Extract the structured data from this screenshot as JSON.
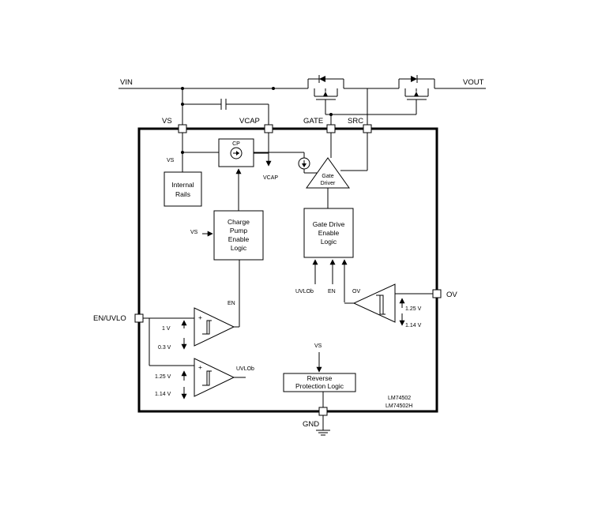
{
  "pins": {
    "vin": "VIN",
    "vout": "VOUT",
    "vs": "VS",
    "vcap": "VCAP",
    "gate": "GATE",
    "src": "SRC",
    "en_uvlo": "EN/UVLO",
    "ov": "OV",
    "gnd": "GND"
  },
  "internal": {
    "vs_small": "VS",
    "vcap_small": "VCAP",
    "cp": "CP",
    "vs_cp": "VS",
    "vs_rev": "VS",
    "en_signal": "EN",
    "uvlob_signal": "UVLOb",
    "uvlob_in": "UVLOb",
    "en_in": "EN",
    "ov_in": "OV"
  },
  "blocks": {
    "internal_rails": [
      "Internal",
      "Rails"
    ],
    "charge_pump": [
      "Charge",
      "Pump",
      "Enable",
      "Logic"
    ],
    "gate_driver": [
      "Gate",
      "Driver"
    ],
    "gate_drive_logic": [
      "Gate Drive",
      "Enable",
      "Logic"
    ],
    "reverse_protection": [
      "Reverse",
      "Protection Logic"
    ]
  },
  "thresholds": {
    "en_high": "1 V",
    "en_low": "0.3 V",
    "uvlo_high": "1.25 V",
    "uvlo_low": "1.14 V",
    "ov_high": "1.25 V",
    "ov_low": "1.14 V"
  },
  "part_numbers": [
    "LM74502",
    "LM74502H"
  ]
}
